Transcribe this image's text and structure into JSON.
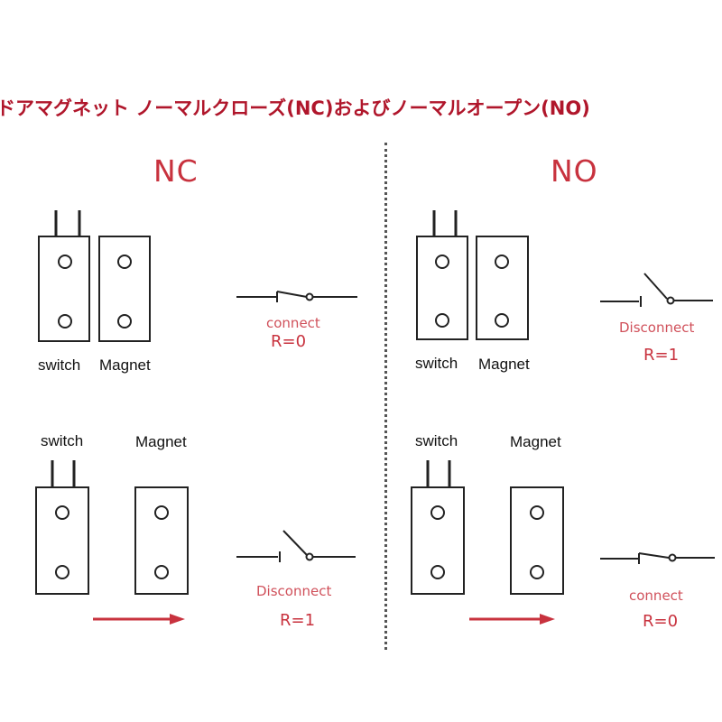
{
  "title": "ドアマグネット ノーマルクローズ(NC)およびノーマルオープン(NO)",
  "colors": {
    "accent": "#c8323e",
    "title": "#b0162b",
    "line": "#222222"
  },
  "nc": {
    "heading": "NC",
    "closed": {
      "switch_label": "switch",
      "magnet_label": "Magnet",
      "state": "connect",
      "resistance": "R=0"
    },
    "apart": {
      "switch_label": "switch",
      "magnet_label": "Magnet",
      "state": "Disconnect",
      "resistance": "R=1"
    }
  },
  "no": {
    "heading": "NO",
    "closed": {
      "switch_label": "switch",
      "magnet_label": "Magnet",
      "state": "Disconnect",
      "resistance": "R=1"
    },
    "apart": {
      "switch_label": "switch",
      "magnet_label": "Magnet",
      "state": "connect",
      "resistance": "R=0"
    }
  }
}
